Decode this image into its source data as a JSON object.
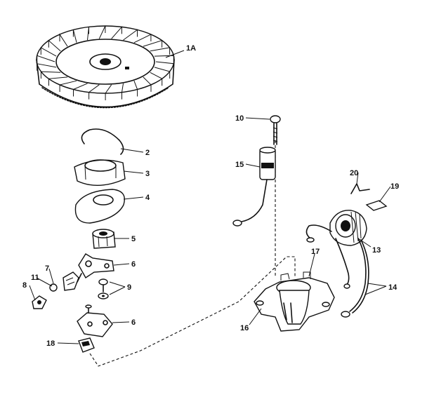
{
  "diagram": {
    "callouts": {
      "flywheel": "1A",
      "spring_clip": "2",
      "cam_sleeve": "3",
      "dust_cover": "4",
      "condenser_sleeve": "5",
      "breaker_arm": "6",
      "breaker_plate": "6",
      "eccentric_clip": "7",
      "screw_nut": "8",
      "screw_washer": "9",
      "bolt": "10",
      "lock_washer": "11",
      "coil": "13",
      "ground_wires": "14",
      "condenser": "15",
      "bracket": "16",
      "spacer": "17",
      "terminal_clip": "18",
      "ground_clip": "19",
      "wire_spring": "20"
    }
  }
}
